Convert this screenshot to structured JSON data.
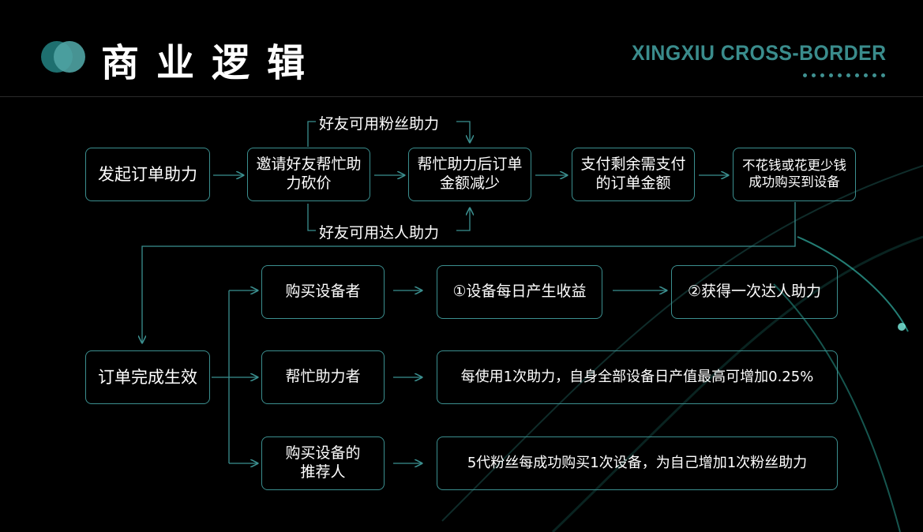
{
  "header": {
    "title": "商业逻辑",
    "brand": "XINGXIU CROSS-BORDER"
  },
  "colors": {
    "accent": "#3b8f8f",
    "logo_dark": "#1e6f6f",
    "logo_light": "#4fa3a3",
    "background": "#000000"
  },
  "flow": {
    "step1": "发起订单助力",
    "step2": "邀请好友帮忙助力砍价",
    "step3": "帮忙助力后订单金额减少",
    "step4": "支付剩余需支付的订单金额",
    "step5": "不花钱或花更少钱成功购买到设备",
    "branch_top": "好友可用粉丝助力",
    "branch_bottom": "好友可用达人助力"
  },
  "result": {
    "hub": "订单完成生效",
    "rows": [
      {
        "role": "购买设备者",
        "benefit": "①设备每日产生收益",
        "extra": "②获得一次达人助力"
      },
      {
        "role": "帮忙助力者",
        "benefit": "每使用1次助力，自身全部设备日产值最高可增加0.25%"
      },
      {
        "role": "购买设备的推荐人",
        "benefit": "5代粉丝每成功购买1次设备，为自己增加1次粉丝助力"
      }
    ]
  }
}
